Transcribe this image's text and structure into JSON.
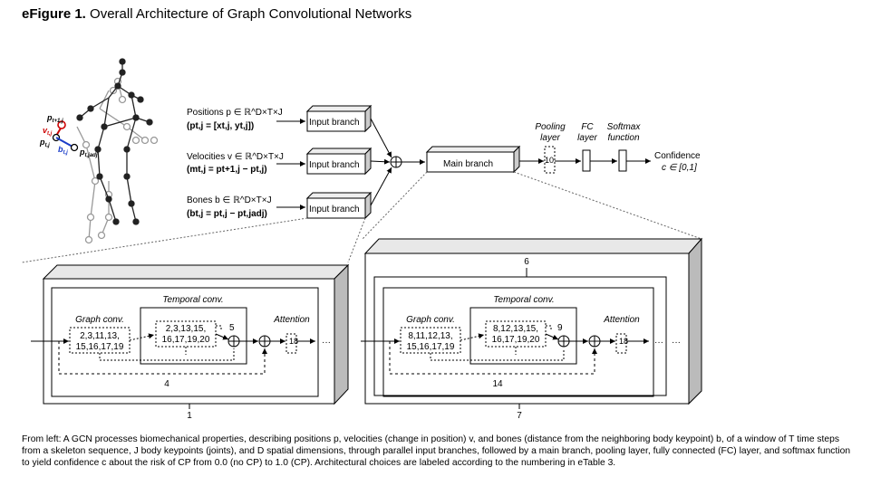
{
  "title": {
    "prefix": "eFigure 1.",
    "text": "Overall Architecture of Graph Convolutional Networks"
  },
  "skeleton_labels": {
    "p_next": "p",
    "p_next_sub": "t+1,j",
    "v": "v",
    "v_sub": "t,j",
    "p": "p",
    "p_sub": "t,j",
    "b": "b",
    "b_sub": "t,j",
    "p_adj": "p",
    "p_adj_sub": "t,jadj"
  },
  "inputs": {
    "positions_line1": "Positions p ∈ ℝ^D×T×J",
    "positions_line2": "(pt,j = [xt,j, yt,j])",
    "velocities_line1": "Velocities v ∈ ℝ^D×T×J",
    "velocities_line2": "(mt,j = pt+1,j − pt,j)",
    "bones_line1": "Bones b ∈ ℝ^D×T×J",
    "bones_line2": "(bt,j = pt,j − pt,jadj)",
    "branch_label": "Input branch"
  },
  "main": {
    "main_branch": "Main branch",
    "pooling_1": "Pooling",
    "pooling_2": "layer",
    "fc_1": "FC",
    "fc_2": "layer",
    "softmax_1": "Softmax",
    "softmax_2": "function",
    "pool_num": "10",
    "confidence_1": "Confidence",
    "confidence_2": "c ∈ [0,1]"
  },
  "left_block": {
    "temporal": "Temporal conv.",
    "graph": "Graph conv.",
    "attention": "Attention",
    "graph_vals_1": "2,3,11,13,",
    "graph_vals_2": "15,16,17,19",
    "temp_vals_1": "2,3,13,15,",
    "temp_vals_2": "16,17,19,20",
    "n5": "5",
    "n18": "18",
    "n4": "4",
    "n1": "1",
    "dots": "···"
  },
  "right_block": {
    "temporal": "Temporal conv.",
    "graph": "Graph conv.",
    "attention": "Attention",
    "graph_vals_1": "8,11,12,13,",
    "graph_vals_2": "15,16,17,19",
    "temp_vals_1": "8,12,13,15,",
    "temp_vals_2": "16,17,19,20",
    "n9": "9",
    "n18": "18",
    "n14": "14",
    "n7": "7",
    "n6": "6",
    "dots": "···"
  },
  "caption": "From left: A GCN processes biomechanical properties, describing positions p, velocities (change in position) v, and bones (distance from the neighboring body keypoint) b, of a window of T time steps from a skeleton sequence, J body keypoints (joints), and D spatial dimensions, through parallel input branches, followed by a main branch, pooling layer, fully connected (FC) layer, and softmax function to yield confidence c about the risk of CP from 0.0 (no CP) to 1.0 (CP). Architectural choices are labeled according to the numbering in eTable 3."
}
